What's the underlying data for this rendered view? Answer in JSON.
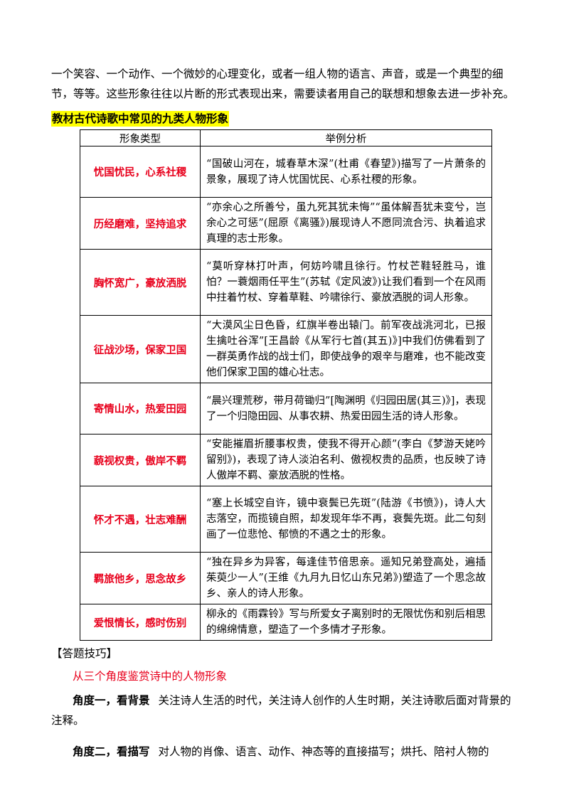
{
  "intro": "一个笑容、一个动作、一个微妙的心理变化，或者一组人物的语言、声音，或是一个典型的细节，等等。这些形象往往以片断的形式表现出来，需要读者用自己的联想和想象去进一步补充。",
  "section_title": "教材古代诗歌中常见的九类人物形象",
  "table": {
    "headers": [
      "形象类型",
      "举例分析"
    ],
    "rows": [
      {
        "type": "忧国忧民，心系社稷",
        "analysis": "“国破山河在，城春草木深”(杜甫《春望》)描写了一片萧条的景象，展现了诗人忧国忧民、心系社稷的形象。"
      },
      {
        "type": "历经磨难，坚持追求",
        "analysis": "“亦余心之所善兮，虽九死其犹未悔”“虽体解吾犹未变兮，岂余心之可惩”(屈原《离骚》)展现诗人不愿同流合污、执着追求真理的志士形象。"
      },
      {
        "type": "胸怀宽广，豪放洒脱",
        "analysis": "“莫听穿林打叶声，何妨吟啸且徐行。竹杖芒鞋轻胜马，谁怕？一蓑烟雨任平生”(苏轼《定风波》)让我们看到一个在风雨中拄着竹杖、穿着草鞋、吟啸徐行、豪放洒脱的词人形象。"
      },
      {
        "type": "征战沙场，保家卫国",
        "analysis": "“大漠风尘日色昏，红旗半卷出辕门。前军夜战洮河北，已报生擒吐谷浑”[王昌龄《从军行七首(其五)》]中我们仿佛看到了一群英勇作战的战士们，即使战争的艰辛与磨难，也不能改变他们保家卫国的雄心壮志。"
      },
      {
        "type": "寄情山水，热爱田园",
        "analysis": "“晨兴理荒秽，带月荷锄归”[陶渊明《归园田居(其三)》]，表现了一个归隐田园、从事农耕、热爱田园生活的诗人形象。"
      },
      {
        "type": "藐视权贵，傲岸不羁",
        "analysis": "“安能摧眉折腰事权贵，使我不得开心颜”(李白《梦游天姥吟留别》)，表现了诗人淡泊名利、傲视权贵的品质，也反映了诗人傲岸不羁、豪放洒脱的性格。"
      },
      {
        "type": "怀才不遇，壮志难酬",
        "analysis": "“塞上长城空自许，镜中衰鬓已先斑”(陆游《书愤》)，诗人大志落空，而揽镜自照，却发现年华不再，衰鬓先斑。此二句刻画了一位悲怆、郁愤的不遇之士的形象。"
      },
      {
        "type": "羁旅他乡，思念故乡",
        "analysis": "“独在异乡为异客，每逢佳节倍思亲。遥知兄弟登高处，遍插茱萸少一人”(王维《九月九日忆山东兄弟》)塑造了一个思念故乡、亲人的诗人形象。"
      },
      {
        "type": "爱恨情长，感时伤别",
        "analysis": "柳永的《雨霖铃》写与所爱女子离别时的无限忧伤和别后相思的绵绵情意，塑造了一个多情才子形象。"
      }
    ]
  },
  "tips_heading": "【答题技巧】",
  "tips_subtitle": "从三个角度鉴赏诗中的人物形象",
  "angles": [
    {
      "label": "角度一，看背景",
      "text": "关注诗人生活的时代，关注诗人创作的人生时期，关注诗歌后面对背景的注释。"
    },
    {
      "label": "角度二，看描写",
      "text": "对人物的肖像、语言、动作、神态等的直接描写；烘托、陪衬人物的"
    }
  ]
}
